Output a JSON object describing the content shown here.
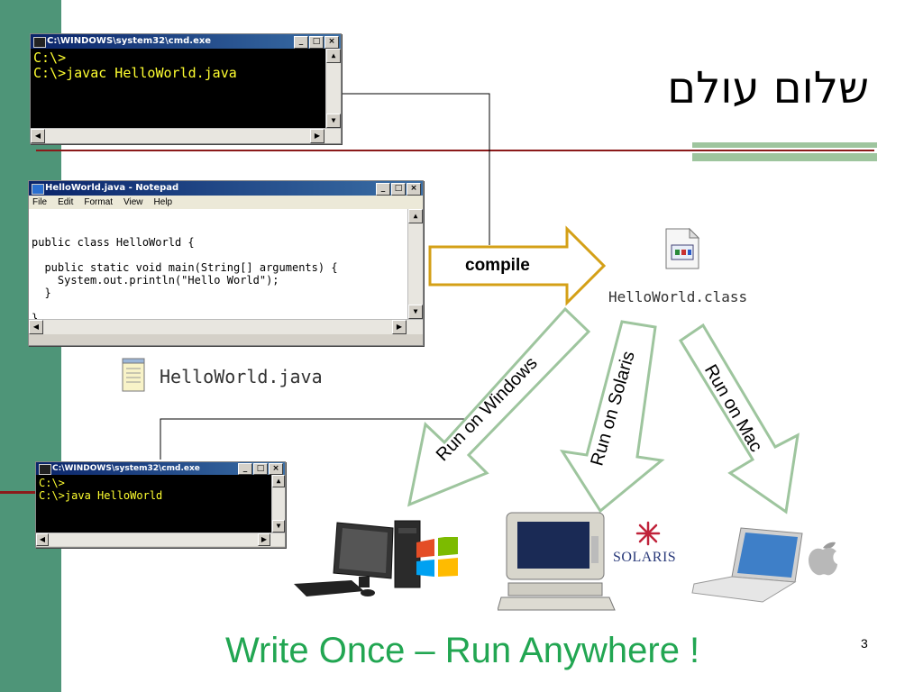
{
  "slide": {
    "title": "שלום עולם",
    "tagline": "Write Once – Run Anywhere !",
    "page_number": "3"
  },
  "cmd_top": {
    "title": "C:\\WINDOWS\\system32\\cmd.exe",
    "lines": [
      "C:\\>",
      "C:\\>javac HelloWorld.java"
    ]
  },
  "notepad": {
    "title": "HelloWorld.java - Notepad",
    "menu": [
      "File",
      "Edit",
      "Format",
      "View",
      "Help"
    ],
    "code": "public class HelloWorld {\n\n  public static void main(String[] arguments) {\n    System.out.println(\"Hello World\");\n  }\n\n}"
  },
  "java_file": {
    "label": "HelloWorld.java",
    "icon": "notepad-file-icon"
  },
  "class_file": {
    "label": "HelloWorld.class",
    "icon": "class-file-icon"
  },
  "compile": {
    "label": "compile"
  },
  "cmd_bottom": {
    "title": "C:\\WINDOWS\\system32\\cmd.exe",
    "lines": [
      "C:\\>",
      "C:\\>java HelloWorld"
    ]
  },
  "runs": [
    {
      "label": "Run on Windows"
    },
    {
      "label": "Run on Solaris"
    },
    {
      "label": "Run on Mac"
    }
  ],
  "platforms": {
    "solaris_brand": "SOLARIS",
    "windows_icon": "windows-logo-icon",
    "apple_icon": "apple-logo-icon"
  },
  "colors": {
    "sidebar": "#4e9578",
    "rule": "#8b1a1a",
    "accent": "#9ec59e",
    "tagline": "#22a652",
    "console_text": "#ffff30",
    "compile_arrow": "#d4a017"
  }
}
